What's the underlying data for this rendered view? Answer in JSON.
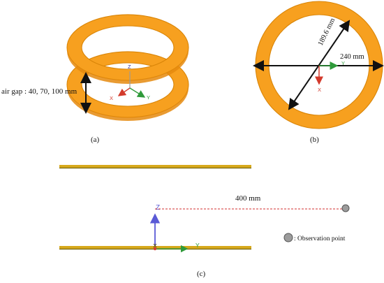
{
  "figure": {
    "panel_a": {
      "caption": "(a)",
      "air_gap_label": "air gap : 40, 70, 100 mm",
      "axes": {
        "z": "Z",
        "x": "X",
        "y": "Y"
      }
    },
    "panel_b": {
      "caption": "(b)",
      "inner_diameter_label": "189.6 mm",
      "outer_diameter_label": "240 mm",
      "axes": {
        "x": "X",
        "y": "Y"
      }
    },
    "panel_c": {
      "caption": "(c)",
      "distance_label": "400 mm",
      "legend_label": ": Observation point",
      "axes": {
        "z": "Z",
        "y": "Y"
      }
    },
    "colors": {
      "coil_fill": "#f7a01f",
      "coil_edge": "#d98508",
      "coil_inner_face": "#e48c10",
      "trace_top": "#d7a91c",
      "trace_bottom": "#7a6a12",
      "arrow": "#111111",
      "z_axis": "#5a5ad6",
      "x_axis": "#d33a2c",
      "y_axis": "#2f9a3a",
      "dash_line": "#d32f2f",
      "observation_point": "#9c9c9c"
    }
  }
}
